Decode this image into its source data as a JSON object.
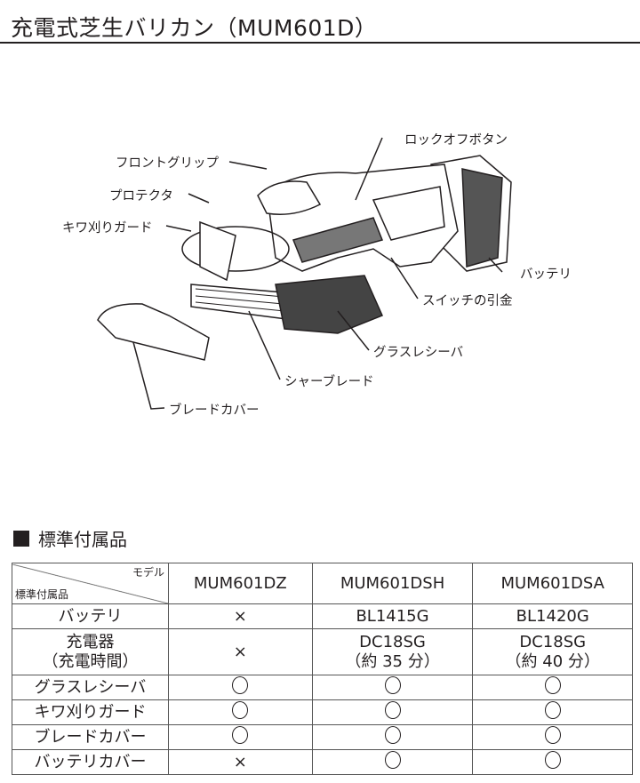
{
  "title": "充電式芝生バリカン（MUM601D）",
  "labels": {
    "front_grip": "フロントグリップ",
    "protector": "プロテクタ",
    "edge_guard": "キワ刈りガード",
    "lock_off": "ロックオフボタン",
    "battery": "バッテリ",
    "switch": "スイッチの引金",
    "grass_receiver": "グラスレシーバ",
    "shear_blade": "シャーブレード",
    "blade_cover": "ブレードカバー"
  },
  "section_title": "標準付属品",
  "table": {
    "corner_top": "モデル",
    "corner_bottom": "標準付属品",
    "models": [
      "MUM601DZ",
      "MUM601DSH",
      "MUM601DSA"
    ],
    "rows": [
      {
        "item": "バッテリ",
        "values": [
          "×",
          "BL1415G",
          "BL1420G"
        ]
      },
      {
        "item": "充電器",
        "item2": "（充電時間）",
        "values": [
          "×",
          "DC18SG",
          "DC18SG"
        ],
        "values2": [
          "",
          "（約 35 分）",
          "（約 40 分）"
        ]
      },
      {
        "item": "グラスレシーバ",
        "values": [
          "○",
          "○",
          "○"
        ]
      },
      {
        "item": "キワ刈りガード",
        "values": [
          "○",
          "○",
          "○"
        ]
      },
      {
        "item": "ブレードカバー",
        "values": [
          "○",
          "○",
          "○"
        ]
      },
      {
        "item": "バッテリカバー",
        "values": [
          "×",
          "○",
          "○"
        ]
      }
    ]
  }
}
